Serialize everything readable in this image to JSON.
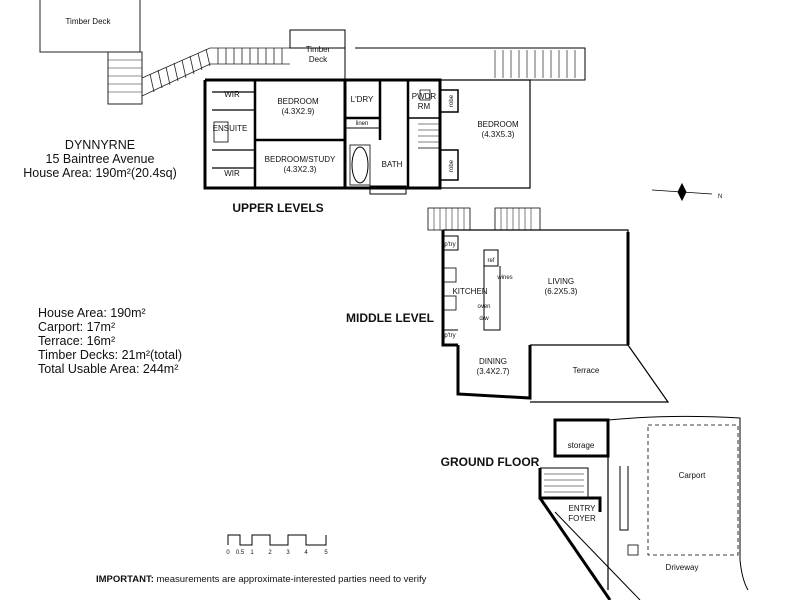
{
  "property": {
    "suburb": "DYNNYRNE",
    "address": "15 Baintree Avenue",
    "house_area_line": "House Area: 190m²(20.4sq)"
  },
  "levels": {
    "upper": "UPPER LEVELS",
    "middle": "MIDDLE LEVEL",
    "ground": "GROUND FLOOR"
  },
  "rooms": {
    "timber_deck_top": "Timber Deck",
    "timber_deck_mid_1": "Timber",
    "timber_deck_mid_2": "Deck",
    "wir_top": "WIR",
    "wir_bottom": "WIR",
    "ensuite": "ENSUITE",
    "bedroom1_name": "BEDROOM",
    "bedroom1_size": "(4.3X2.9)",
    "bedroom2_name": "BEDROOM/STUDY",
    "bedroom2_size": "(4.3X2.3)",
    "laundry": "L'DRY",
    "linen": "linen",
    "bath": "BATH",
    "powder_1": "PWDR",
    "powder_2": "RM",
    "robe_top": "robe",
    "robe_bottom": "robe",
    "bedroom3_name": "BEDROOM",
    "bedroom3_size": "(4.3X5.3)",
    "pantry_top": "p'try",
    "pantry_bottom": "p'try",
    "ref": "ref",
    "wines": "wines",
    "kitchen": "KITCHEN",
    "oven": "oven",
    "dw": "d/w",
    "living_name": "LIVING",
    "living_size": "(6.2X5.3)",
    "dining_name": "DINING",
    "dining_size": "(3.4X2.7)",
    "terrace": "Terrace",
    "storage": "storage",
    "entry_1": "ENTRY",
    "entry_2": "FOYER",
    "carport": "Carport",
    "driveway": "Driveway"
  },
  "areas": {
    "house": "House Area: 190m²",
    "carport": "Carport: 17m²",
    "terrace": "Terrace: 16m²",
    "decks": "Timber Decks: 21m²(total)",
    "total": "Total Usable Area: 244m²"
  },
  "compass": {
    "north_label": "N"
  },
  "scale_bar": {
    "ticks": [
      "0",
      "0.5",
      "1",
      "2",
      "3",
      "4",
      "5"
    ]
  },
  "disclaimer": {
    "prefix": "IMPORTANT:",
    "text": " measurements are approximate-interested parties need to verify"
  }
}
